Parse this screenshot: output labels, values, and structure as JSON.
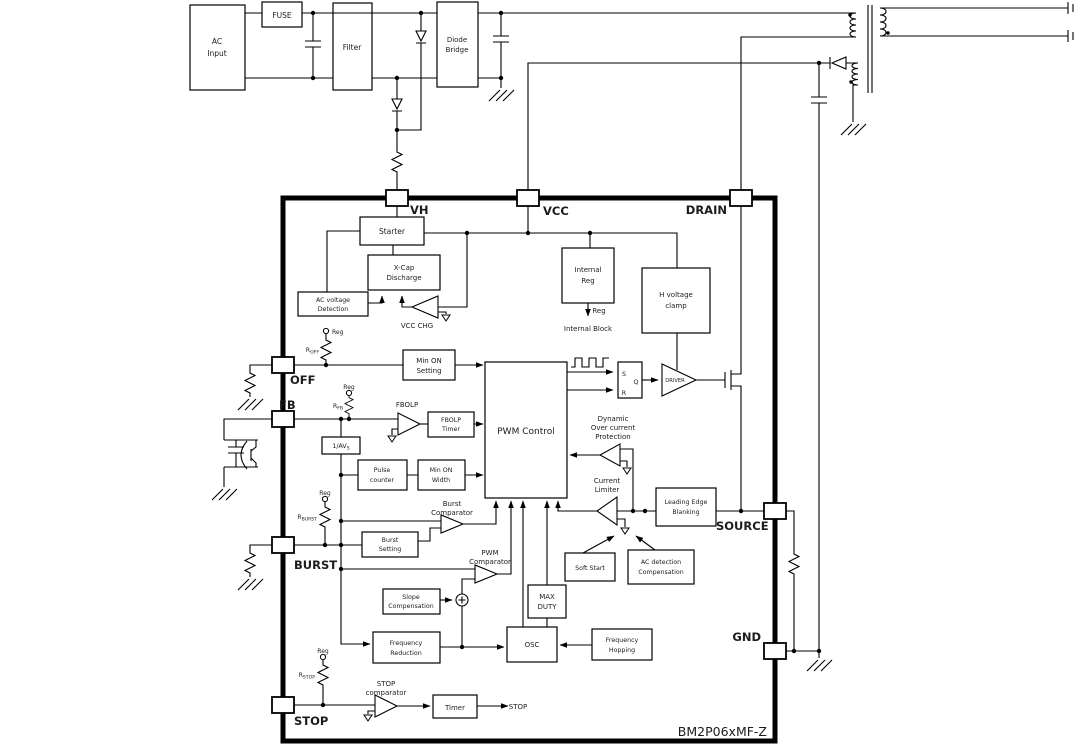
{
  "colors": {
    "line": "#000000",
    "background": "#ffffff"
  },
  "chip": {
    "name": "BM2P06xMF-Z"
  },
  "pins": {
    "vh": "VH",
    "vcc": "VCC",
    "drain": "DRAIN",
    "off": "OFF",
    "fb": "FB",
    "burst": "BURST",
    "stop": "STOP",
    "source": "SOURCE",
    "gnd": "GND"
  },
  "external": {
    "ac1": "AC",
    "ac2": "Input",
    "fuse": "FUSE",
    "filter": "Filter",
    "bridge1": "Diode",
    "bridge2": "Bridge"
  },
  "labels": {
    "starter": "Starter",
    "xcap1": "X-Cap",
    "xcap2": "Discharge",
    "acdet1": "AC voltage",
    "acdet2": "Detection",
    "vccchg": "VCC CHG",
    "ireg1": "Internal",
    "ireg2": "Reg",
    "reg": "Reg",
    "internal_block": "Internal Block",
    "hclamp1": "H voltage",
    "hclamp2": "clamp",
    "minonset1": "Min ON",
    "minonset2": "Setting",
    "fbolp": "FBOLP",
    "fbolpt1": "FBOLP",
    "fbolpt2": "Timer",
    "avs_main": "1/AV",
    "avs_sub": "S",
    "pulse1": "Pulse",
    "pulse2": "counter",
    "minonw1": "Min ON",
    "minonw2": "Width",
    "pwm_control": "PWM Control",
    "latch_s": "S",
    "latch_q": "Q",
    "latch_r": "R",
    "driver": "DRIVER",
    "ocp1": "Dynamic",
    "ocp2": "Over current",
    "ocp3": "Protection",
    "cl1": "Current",
    "cl2": "Limiter",
    "leb1": "Leading Edge",
    "leb2": "Blanking",
    "burstcmp1": "Burst",
    "burstcmp2": "Comparator",
    "burstset1": "Burst",
    "burstset2": "Setting",
    "pwmcmp1": "PWM",
    "pwmcmp2": "Comparator",
    "softstart": "Soft Start",
    "acdc1": "AC detection",
    "acdc2": "Compensation",
    "maxduty1": "MAX",
    "maxduty2": "DUTY",
    "slope1": "Slope",
    "slope2": "Compensation",
    "osc": "OSC",
    "fhop1": "Frequency",
    "fhop2": "Hopping",
    "fred1": "Frequency",
    "fred2": "Reduction",
    "stopcmp1": "STOP",
    "stopcmp2": "comparator",
    "timer": "Timer",
    "stop_out": "STOP"
  },
  "resistors": {
    "prefix": "R",
    "off": "OFF",
    "fb": "FB",
    "burst": "BURST",
    "stop": "STOP"
  }
}
